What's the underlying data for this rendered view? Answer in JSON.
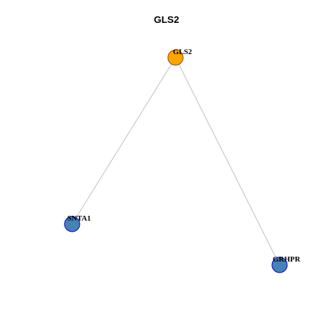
{
  "title": "GLS2",
  "colors": {
    "center_fill": "#FFA500",
    "center_stroke": "#8B4500",
    "neighbor_fill": "#4682B4",
    "neighbor_stroke": "#0000CD",
    "edge": "#BEBEBE"
  },
  "nodes": [
    {
      "id": "GLS2",
      "label": "GLS2",
      "role": "center"
    },
    {
      "id": "SNTA1",
      "label": "SNTA1",
      "role": "neighbor"
    },
    {
      "id": "GRHPR",
      "label": "GRHPR",
      "role": "neighbor"
    }
  ],
  "edges": [
    {
      "source": "GLS2",
      "target": "SNTA1"
    },
    {
      "source": "GLS2",
      "target": "GRHPR"
    }
  ]
}
